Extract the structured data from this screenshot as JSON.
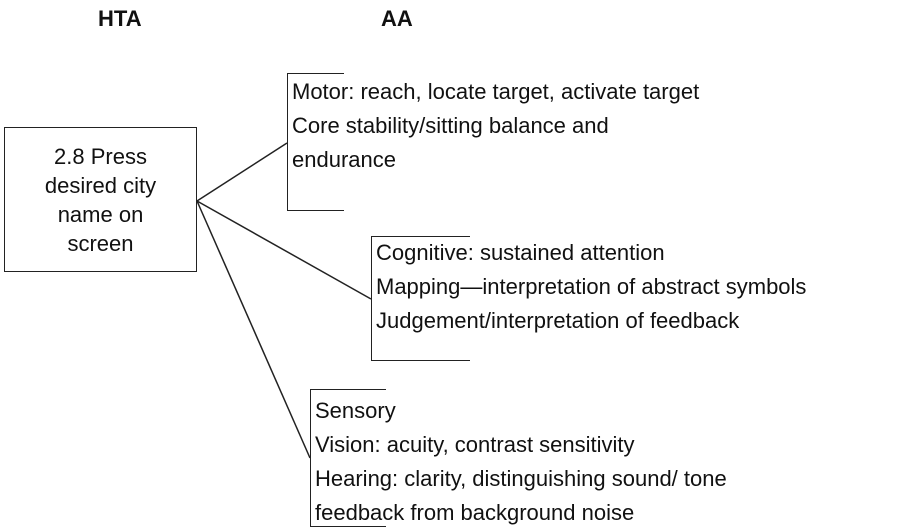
{
  "headers": {
    "left": "HTA",
    "right": "AA"
  },
  "task": {
    "lines": [
      "2.8 Press",
      "desired city",
      "name on",
      "screen"
    ]
  },
  "groups": [
    {
      "lines": [
        "Motor: reach, locate target, activate target",
        "Core stability/sitting balance and",
        "endurance"
      ]
    },
    {
      "lines": [
        "Cognitive: sustained attention",
        "Mapping—interpretation of abstract symbols",
        "Judgement/interpretation of feedback"
      ]
    },
    {
      "lines": [
        "Sensory",
        "Vision: acuity, contrast sensitivity",
        "Hearing: clarity, distinguishing sound/ tone",
        "feedback from background noise"
      ]
    }
  ]
}
